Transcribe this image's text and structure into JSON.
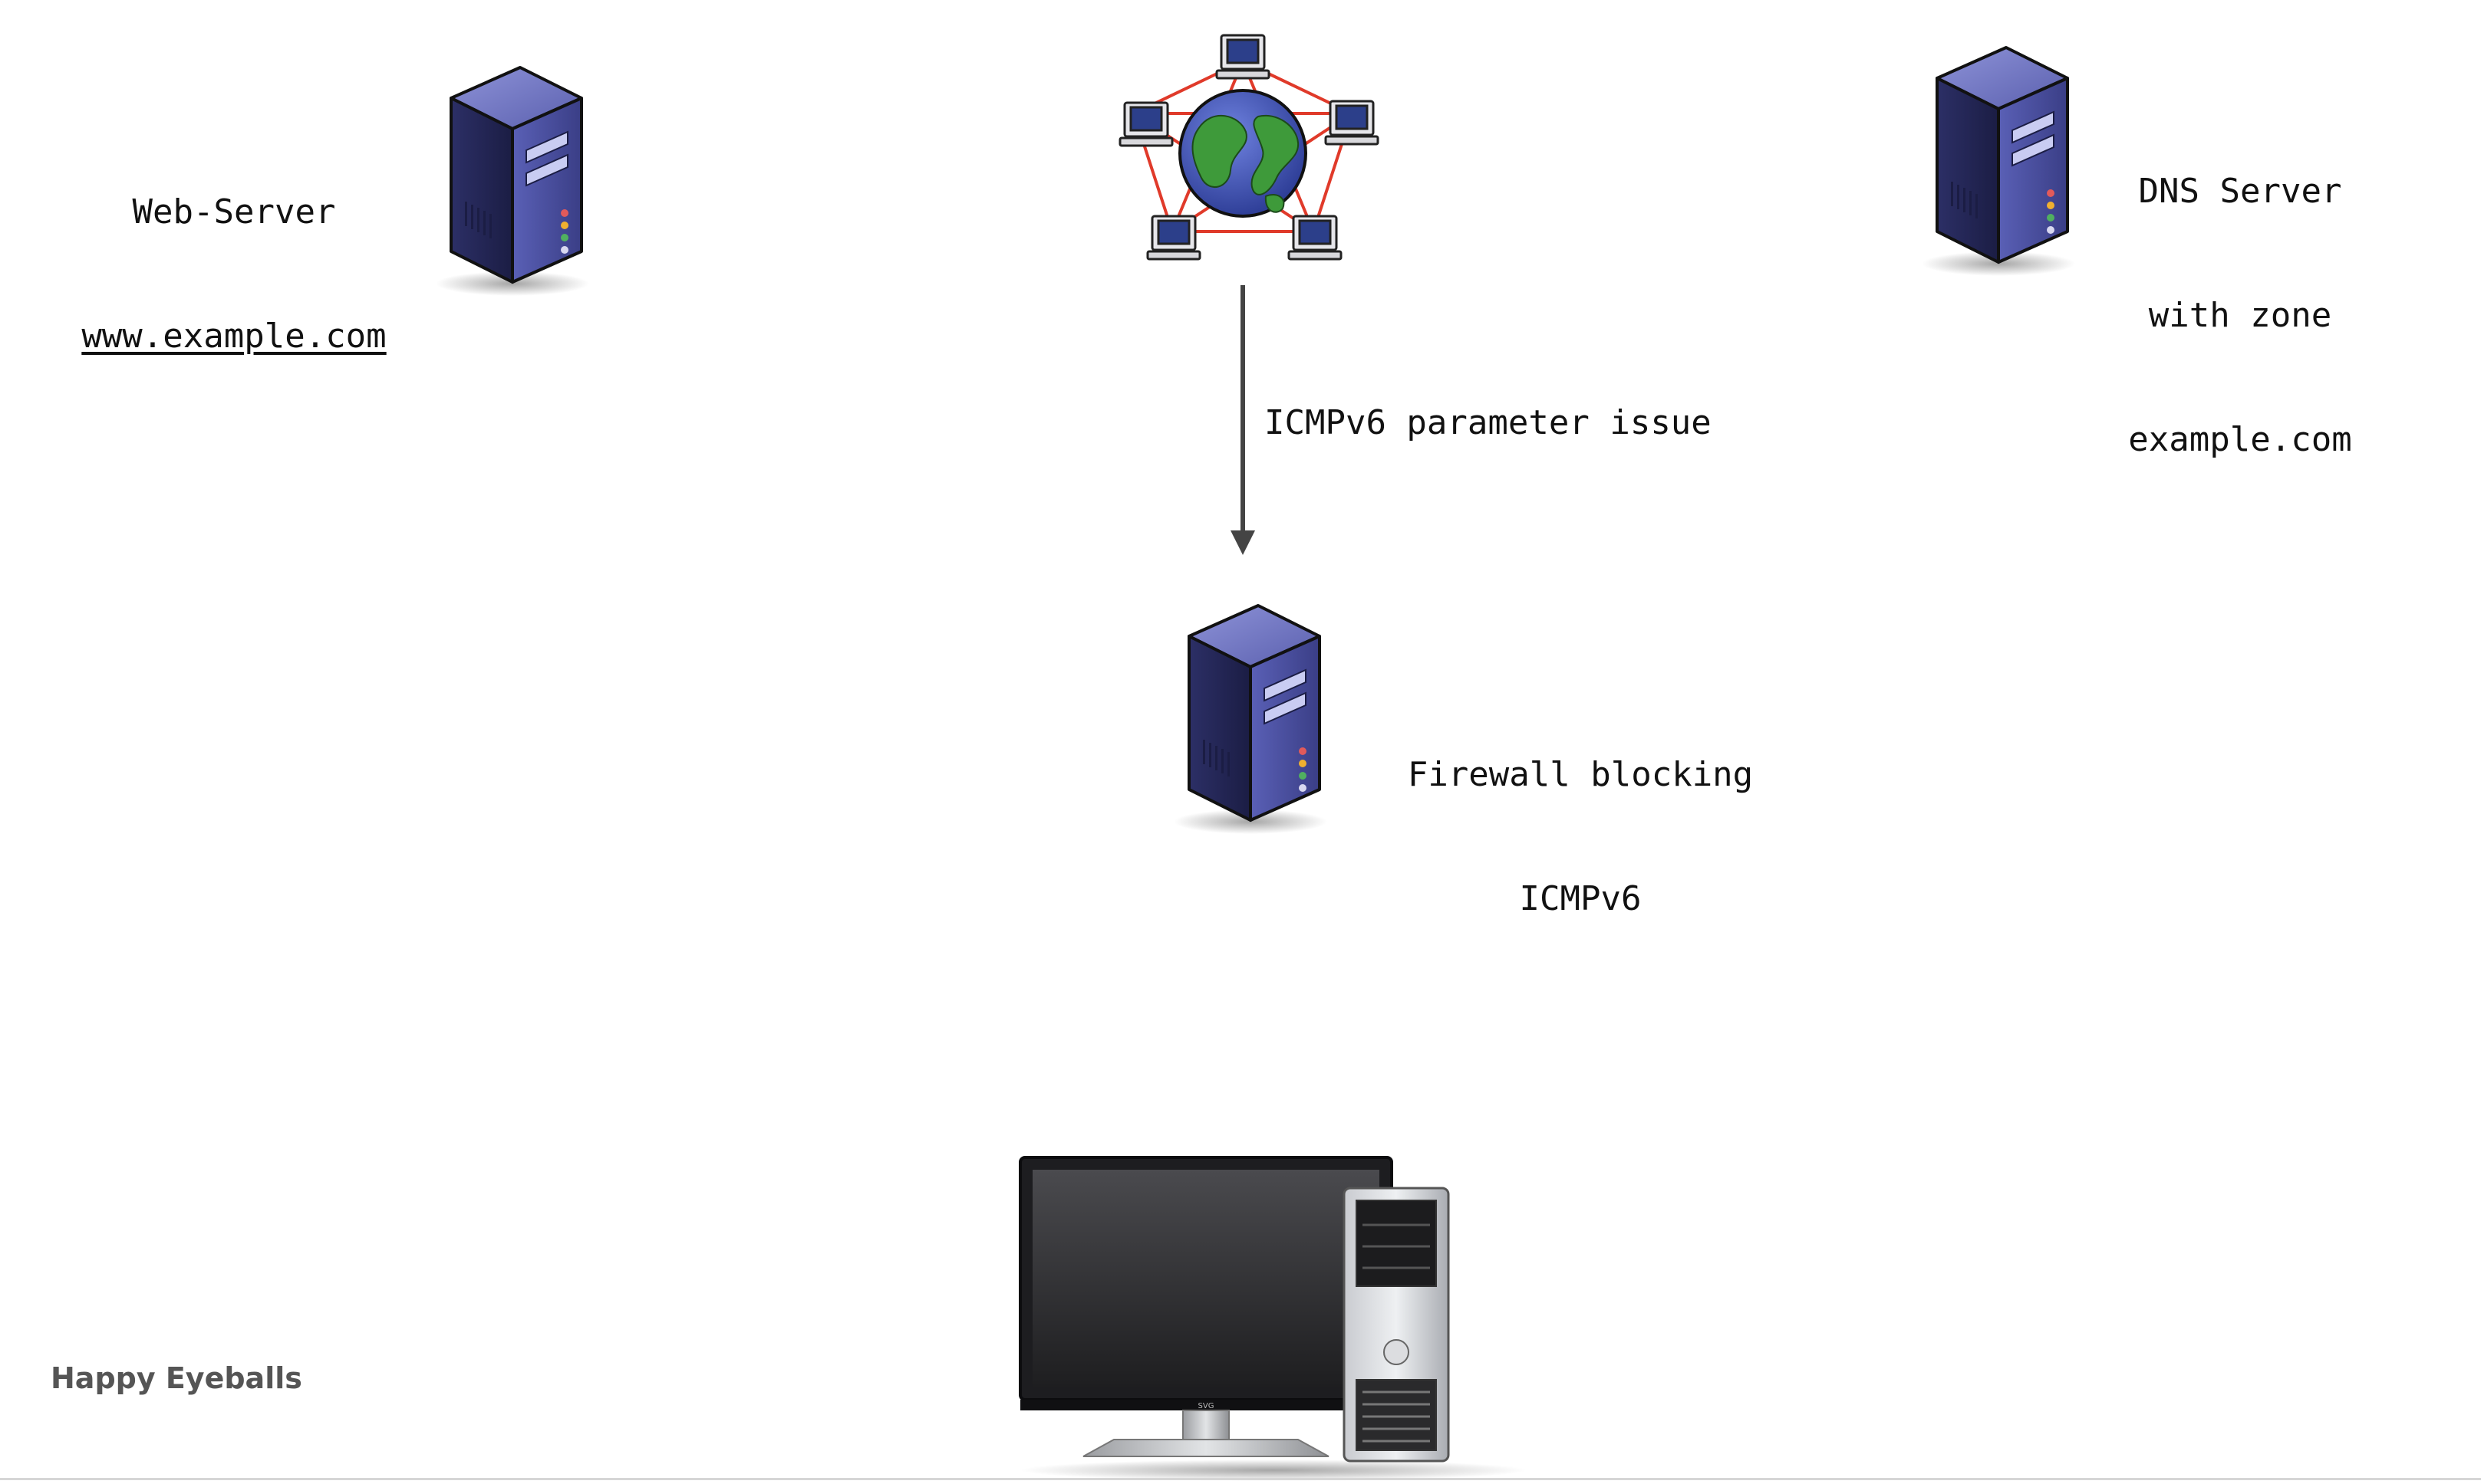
{
  "slide_title": "Happy Eyeballs",
  "nodes": {
    "web_server": {
      "name": "Web-Server",
      "host": "www.example.com"
    },
    "dns_server": {
      "line1": "DNS Server",
      "line2": "with zone",
      "line3": "example.com"
    },
    "firewall": {
      "line1": "Firewall blocking",
      "line2": "ICMPv6"
    },
    "internet": {
      "icon": "internet-globe-network-icon"
    },
    "client": {
      "icon": "desktop-computer-icon",
      "monitor_brand": "SVG"
    }
  },
  "edges": [
    {
      "from": "internet",
      "to": "firewall",
      "label": "ICMPv6 parameter issue"
    }
  ],
  "colors": {
    "server_face": "#4a4f9c",
    "server_dark": "#23264f",
    "network_link": "#e03a2a",
    "globe_ocean": "#3b4fb5",
    "globe_land": "#3e9a3a",
    "arrow": "#444444"
  }
}
